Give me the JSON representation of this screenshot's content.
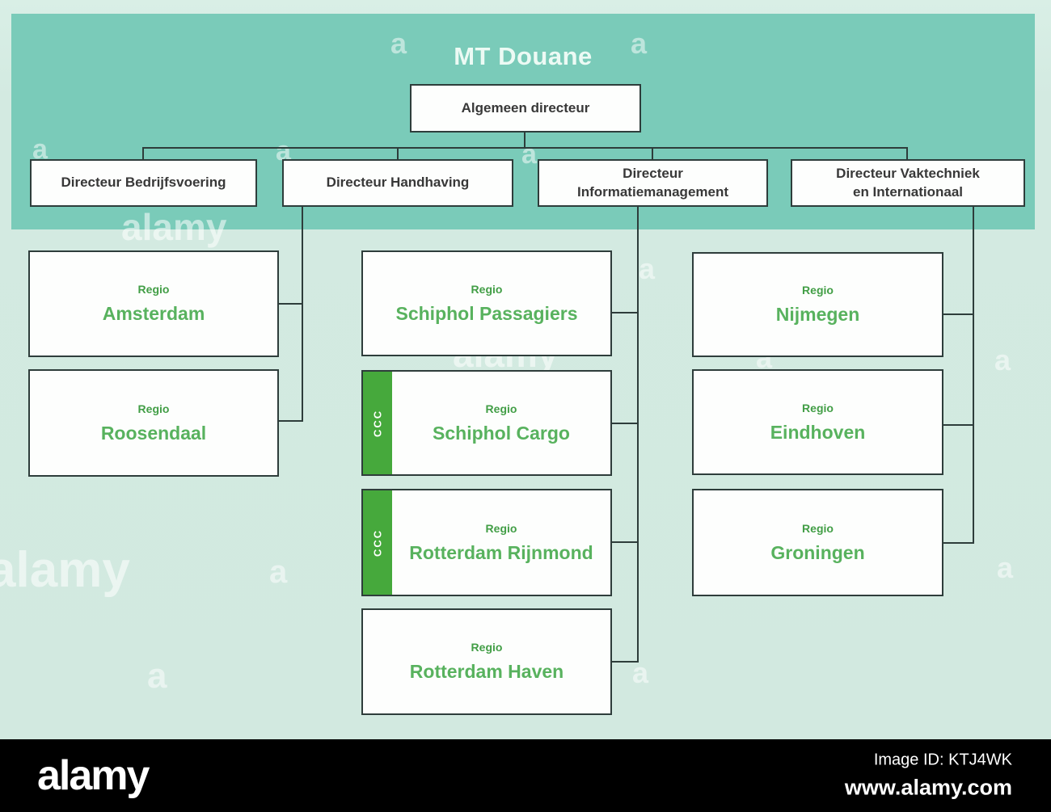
{
  "title": "MT Douane",
  "root": {
    "label": "Algemeen directeur"
  },
  "directors": [
    {
      "line1": "Directeur Bedrijfsvoering",
      "line2": ""
    },
    {
      "line1": "Directeur Handhaving",
      "line2": ""
    },
    {
      "line1": "Directeur",
      "line2": "Informatiemanagement"
    },
    {
      "line1": "Directeur Vaktechniek",
      "line2": "en Internationaal"
    }
  ],
  "ccc_label": "CCC",
  "columns": [
    {
      "parent": "Directeur Handhaving",
      "regions": [
        {
          "prefix": "Regio",
          "name": "Amsterdam",
          "ccc": false
        },
        {
          "prefix": "Regio",
          "name": "Roosendaal",
          "ccc": false
        }
      ]
    },
    {
      "parent": "Directeur Informatiemanagement",
      "regions": [
        {
          "prefix": "Regio",
          "name": "Schiphol Passagiers",
          "ccc": false
        },
        {
          "prefix": "Regio",
          "name": "Schiphol Cargo",
          "ccc": true
        },
        {
          "prefix": "Regio",
          "name": "Rotterdam Rijnmond",
          "ccc": true
        },
        {
          "prefix": "Regio",
          "name": "Rotterdam Haven",
          "ccc": false
        }
      ]
    },
    {
      "parent": "Directeur Vaktechniek en Internationaal",
      "regions": [
        {
          "prefix": "Regio",
          "name": "Nijmegen",
          "ccc": false
        },
        {
          "prefix": "Regio",
          "name": "Eindhoven",
          "ccc": false
        },
        {
          "prefix": "Regio",
          "name": "Groningen",
          "ccc": false
        }
      ]
    }
  ],
  "watermark": {
    "letter": "a",
    "word": "alamy"
  },
  "footer": {
    "logo": "alamy",
    "image_id": "Image ID: KTJ4WK",
    "url": "www.alamy.com"
  },
  "colors": {
    "header_teal": "#7acbb9",
    "background_mint": "#d3eae1",
    "box_border": "#2e3d3b",
    "ccc_green": "#46a93c",
    "regio_label_green": "#429e46",
    "regio_name_green": "#58b25e",
    "footer_black": "#000000"
  }
}
